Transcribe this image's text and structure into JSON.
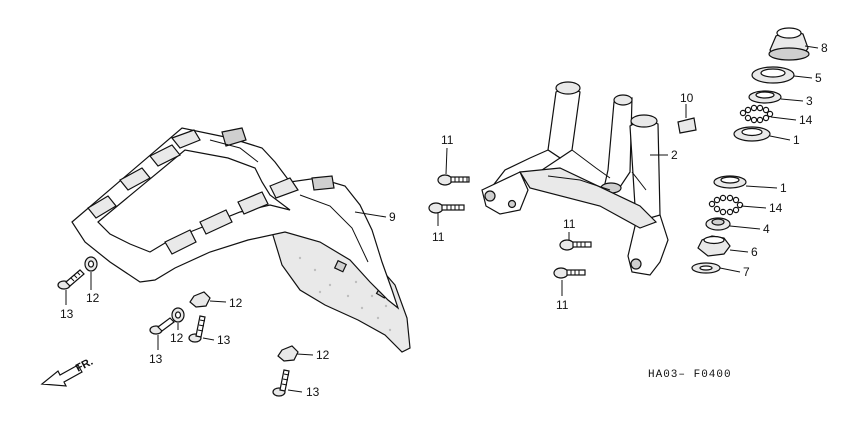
{
  "diagram": {
    "code": "HA03– F0400",
    "direction_label": "FR.",
    "callouts": {
      "fender": "9",
      "fork": "2",
      "cap": "10",
      "dust_seal": "8",
      "race_top": "5",
      "cone_upper": "3",
      "balls_upper": "14",
      "race_upper": "1",
      "race_lower": "1",
      "balls_lower": "14",
      "cone_lower": "4",
      "seal_lower": "6",
      "washer_lower": "7",
      "bolt_a": "11",
      "bolt_b": "11",
      "bolt_c": "11",
      "bolt_d": "11",
      "collar_a": "12",
      "screw_a": "13",
      "collar_b": "12",
      "collar_c": "12",
      "screw_b": "13",
      "screw_c": "13",
      "collar_d": "12",
      "screw_d": "13"
    }
  }
}
